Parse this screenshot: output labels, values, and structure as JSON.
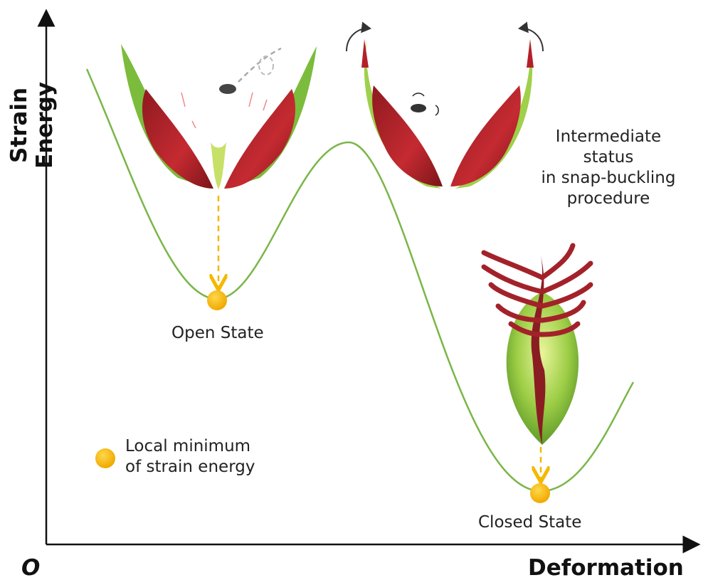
{
  "axes": {
    "y_label": "Strain Energy",
    "x_label": "Deformation",
    "origin": "O"
  },
  "states": {
    "open": "Open State",
    "closed": "Closed State"
  },
  "intermediate": {
    "line1": "Intermediate status",
    "line2": "in snap-buckling",
    "line3": "procedure"
  },
  "legend": {
    "line1": "Local minimum",
    "line2": "of strain energy"
  },
  "colors": {
    "curve": "#7ab648",
    "marker": "#f5b800",
    "arrow": "#f5b800",
    "lobe": "#b3202a",
    "leaf": "#8cc43c"
  }
}
